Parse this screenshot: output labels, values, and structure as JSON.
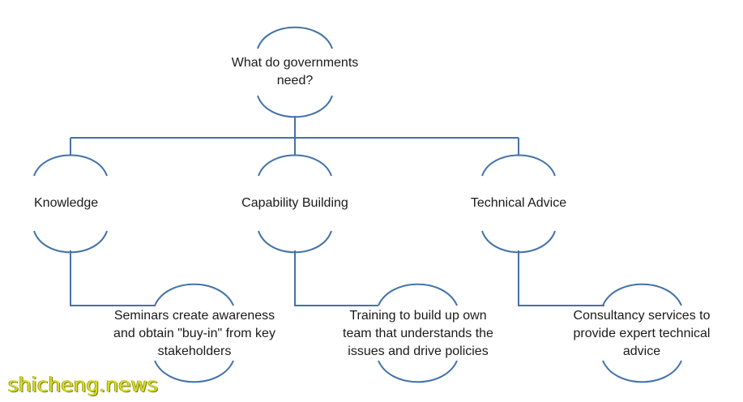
{
  "root": {
    "text_lines": [
      "What do governments",
      "need?"
    ]
  },
  "categories": [
    {
      "label": "Knowledge",
      "detail_lines": [
        "Seminars create awareness",
        "and obtain \"buy-in\" from key",
        "stakeholders"
      ]
    },
    {
      "label": "Capability Building",
      "detail_lines": [
        "Training to build up own",
        "team that understands the",
        "issues and drive policies"
      ]
    },
    {
      "label": "Technical Advice",
      "detail_lines": [
        "Consultancy services to",
        "provide expert technical",
        "advice"
      ]
    }
  ],
  "watermark": "shicheng.news",
  "colors": {
    "line": "#4472a8",
    "text": "#1a1a1a",
    "watermark": "#d6dc2a"
  }
}
